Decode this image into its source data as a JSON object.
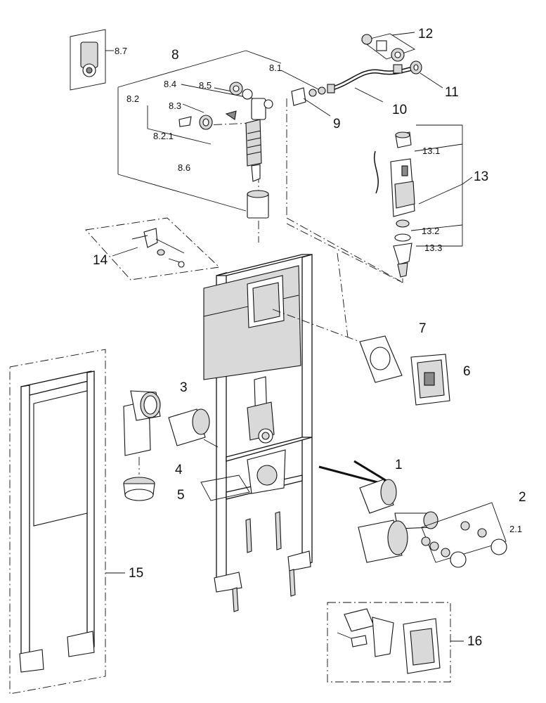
{
  "callouts": {
    "c1": "1",
    "c2": "2",
    "c2_1": "2.1",
    "c3": "3",
    "c4": "4",
    "c5": "5",
    "c6": "6",
    "c7": "7",
    "c8": "8",
    "c8_1": "8.1",
    "c8_2": "8.2",
    "c8_2_1": "8.2.1",
    "c8_3": "8.3",
    "c8_4": "8.4",
    "c8_5": "8.5",
    "c8_6": "8.6",
    "c8_7": "8.7",
    "c9": "9",
    "c10": "10",
    "c11": "11",
    "c12": "12",
    "c13": "13",
    "c13_1": "13.1",
    "c13_2": "13.2",
    "c13_3": "13.3",
    "c14": "14",
    "c15": "15",
    "c16": "16"
  }
}
